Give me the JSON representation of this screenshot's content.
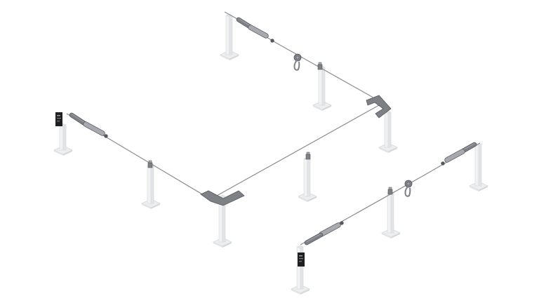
{
  "colors": {
    "background": "#ffffff",
    "post_face": "#f1f2f3",
    "post_side": "#e2e4e6",
    "post_edge": "#d6d9dc",
    "base_plate": "#eceef0",
    "cable": "#8a8d90",
    "metal_dark": "#55595d",
    "metal_mid": "#7d8186",
    "metal_light": "#a6aaae",
    "sign": "#1f1f21"
  },
  "components": {
    "posts": [
      "end-post",
      "intermediate-post",
      "corner-post"
    ],
    "hardware": [
      "tensioner",
      "energy-absorber",
      "cable-clamp",
      "mobile-anchor",
      "cable-guide",
      "corner-bracket",
      "identification-sign"
    ]
  }
}
